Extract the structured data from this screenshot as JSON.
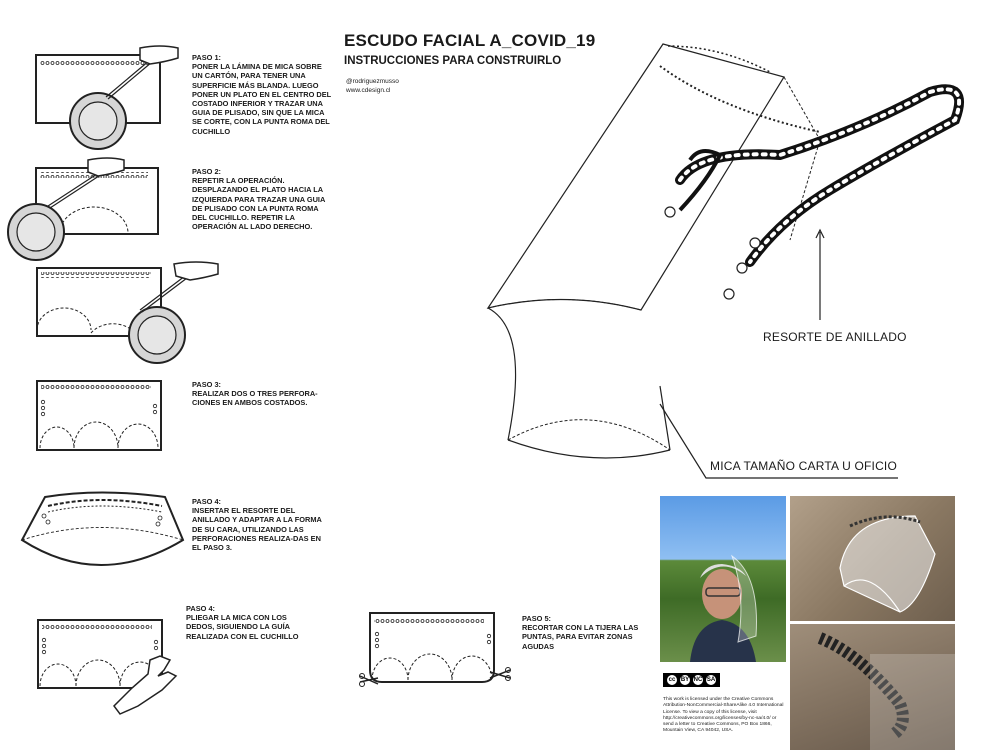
{
  "header": {
    "title": "ESCUDO FACIAL A_COVID_19",
    "subtitle": "INSTRUCCIONES PARA CONSTRUIRLO",
    "handle": "@rodriguezmusso",
    "website": "www.cdesign.cl"
  },
  "steps": [
    {
      "head": "PASO 1:",
      "text": "PONER LA LÁMINA DE MICA SOBRE UN CARTÓN, PARA TENER UNA SUPERFICIE MÁS BLANDA. LUEGO PONER UN PLATO EN EL CENTRO DEL COSTADO INFERIOR Y TRAZAR UNA GUIA DE PLISADO, SIN QUE LA MICA SE CORTE, CON LA PUNTA ROMA DEL CUCHILLO"
    },
    {
      "head": "PASO 2:",
      "text": "REPETIR LA OPERACIÓN. DESPLAZANDO EL PLATO HACIA LA IZQUIERDA PARA TRAZAR UNA GUIA DE PLISADO CON LA PUNTA ROMA DEL CUCHILLO. REPETIR LA OPERACIÓN AL LADO DERECHO."
    },
    {
      "head": "PASO 3:",
      "text": "REALIZAR DOS O TRES PERFORA-CIONES EN AMBOS COSTADOS."
    },
    {
      "head": "PASO 4:",
      "text": "INSERTAR EL RESORTE DEL ANILLADO Y ADAPTAR A LA FORMA DE SU CARA, UTILIZANDO LAS PERFORACIONES REALIZA-DAS EN EL PASO 3."
    },
    {
      "head": "PASO 4:",
      "text": "PLIEGAR LA MICA CON LOS DEDOS, SIGUIENDO LA GUÍA REALIZADA CON EL CUCHILLO"
    },
    {
      "head": "PASO 5:",
      "text": "RECORTAR CON LA TIJERA LAS PUNTAS, PARA EVITAR ZONAS AGUDAS"
    }
  ],
  "callouts": {
    "spring": "RESORTE DE ANILLADO",
    "sheet": "MICA TAMAÑO CARTA U OFICIO"
  },
  "license": {
    "badge": [
      "cc",
      "BY",
      "NC",
      "SA"
    ],
    "text": "This work is licensed under the Creative Commons Attribution-NonCommercial-ShareAlike 4.0 International License. To view a copy of this license, visit http://creativecommons.org/licenses/by-nc-sa/4.0/ or send a letter to Creative Commons, PO Box 1866, Mountain View, CA 94042, USA."
  }
}
